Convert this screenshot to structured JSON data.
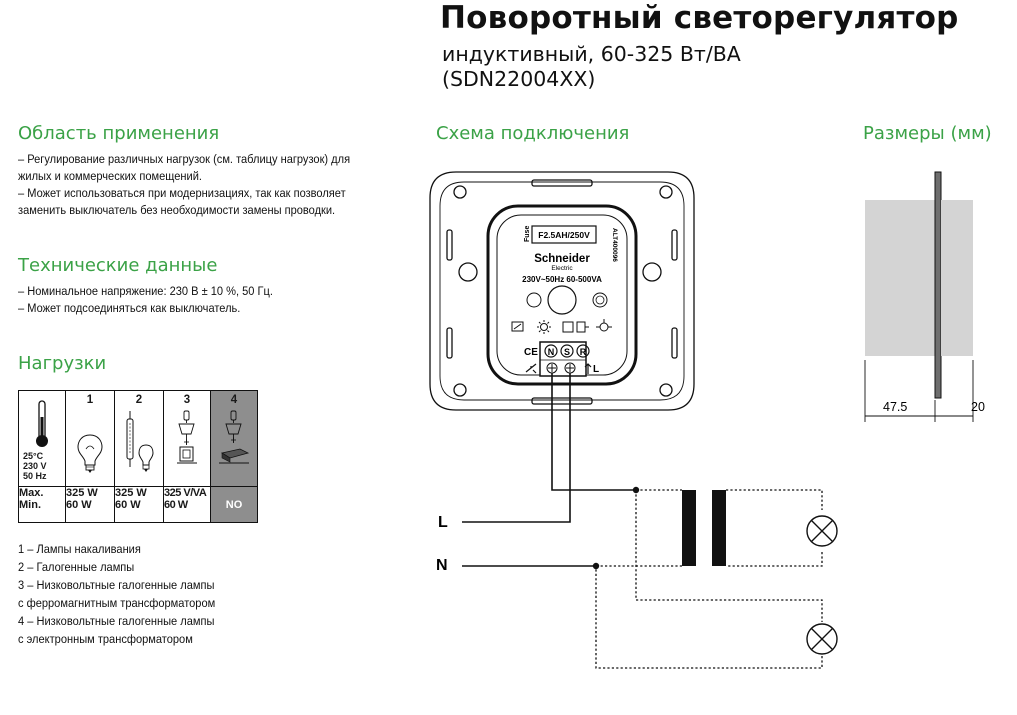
{
  "header": {
    "title": "Поворотный светорегулятор",
    "subtitle_1": "индуктивный, 60-325 Вт/ВА",
    "subtitle_2": "(SDN22004XX)"
  },
  "application": {
    "heading": "Область применения",
    "lines": [
      "– Регулирование различных нагрузок (см. таблицу нагрузок) для",
      "жилых и коммерческих помещений.",
      "– Может использоваться при модернизациях, так как позволяет",
      "заменить выключатель без необходимости замены проводки."
    ]
  },
  "technical": {
    "heading": "Технические данные",
    "lines": [
      "– Номинальное напряжение: 230 В ± 10 %, 50 Гц.",
      "– Может подсоединяться как выключатель."
    ]
  },
  "loads": {
    "heading": "Нагрузки",
    "conditions": [
      "25°C",
      "230 V",
      "50 Hz"
    ],
    "columns": [
      "1",
      "2",
      "3",
      "4"
    ],
    "maxmin_label": [
      "Max.",
      "Min."
    ],
    "values": [
      {
        "max": "325 W",
        "min": "60 W"
      },
      {
        "max": "325 W",
        "min": "60 W"
      },
      {
        "max": "325 V/VA",
        "min": "60 W"
      }
    ],
    "no_label": "NO",
    "legend": [
      "1 – Лампы накаливания",
      "2 – Галогенные лампы",
      "3 – Низковольтные галогенные лампы",
      "с ферромагнитным трансформатором",
      "4 – Низковольтные галогенные лампы",
      "с электронным трансформатором"
    ]
  },
  "wiring": {
    "heading": "Схема подключения",
    "fuse_label": "Fuse",
    "fuse_rating": "F2.5AH/250V",
    "brand": "Schneider",
    "brand_sub": "Electric",
    "rating": "230V~50Hz  60-500VA",
    "code": "ALT400096",
    "marks": [
      "N",
      "S",
      "R"
    ],
    "ce": "CE",
    "terminal_L": "L",
    "line_L": "L",
    "line_N": "N"
  },
  "dimensions": {
    "heading": "Размеры (мм)",
    "depth": "47.5",
    "plate": "20"
  },
  "colors": {
    "accent": "#3ba247",
    "grey_cell": "#8e8e8e"
  }
}
